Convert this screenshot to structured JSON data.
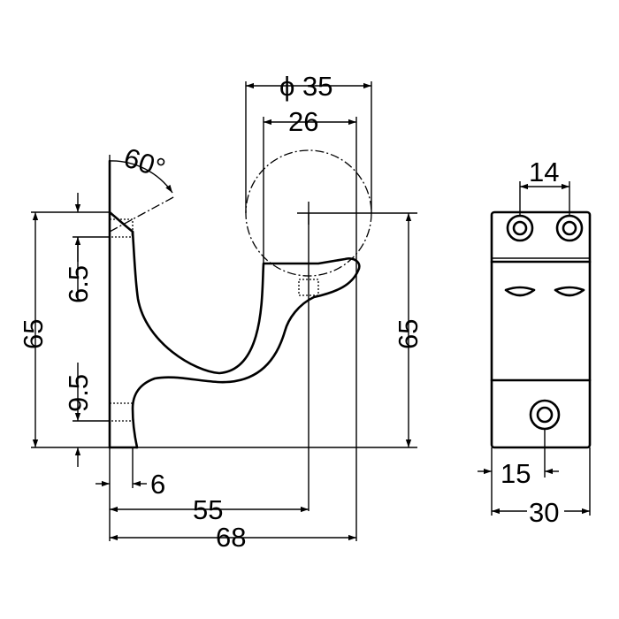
{
  "dimensions": {
    "diameter_outer": "ϕ 35",
    "diameter_inner": "26",
    "angle": "60°",
    "height_left": "65",
    "height_right": "65",
    "offset_top": "6.5",
    "offset_bottom": "9.5",
    "thickness": "6",
    "center_distance": "55",
    "overall_width": "68",
    "hole_spacing": "14",
    "hole_offset": "15",
    "base_width": "30"
  }
}
